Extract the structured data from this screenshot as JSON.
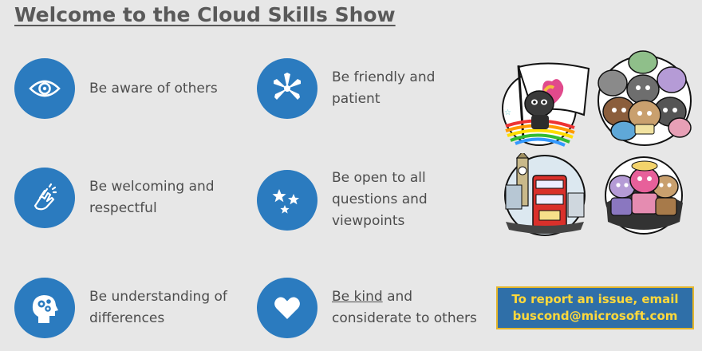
{
  "title": "Welcome to the Cloud Skills Show",
  "items": {
    "aware": {
      "line1": "Be aware of others",
      "icon": "eye-icon"
    },
    "welcoming": {
      "line1": "Be welcoming and",
      "line2": "respectful",
      "icon": "clapping-hands-icon"
    },
    "understanding": {
      "line1": "Be understanding of",
      "line2": "differences",
      "icon": "head-gears-icon"
    },
    "friendly": {
      "line1": "Be friendly and",
      "line2": "patient",
      "icon": "team-hands-icon"
    },
    "open": {
      "line1": "Be open to all",
      "line2": "questions and",
      "line3": "viewpoints",
      "icon": "stars-icon"
    },
    "kind": {
      "link": "Be kind",
      "line1_rest": " and",
      "line2": "considerate to others",
      "icon": "heart-icon"
    }
  },
  "report": {
    "line1": "To report an issue, email",
    "line2": "buscond@microsoft.com"
  },
  "stickers": {
    "pride_text": "",
    "group_badge": "",
    "london_bus": ""
  },
  "colors": {
    "background": "#e7e7e7",
    "circle": "#2b7bbf",
    "report_bg": "#2f6fa8",
    "report_text": "#ffd93b",
    "report_border": "#e4b62c"
  }
}
